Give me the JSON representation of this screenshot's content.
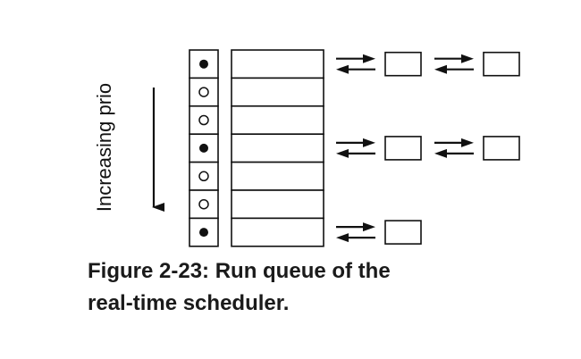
{
  "diagram": {
    "axis_label": "Increasing prio",
    "colors": {
      "stroke": "#111111",
      "filled_dot": "#111111",
      "empty_dot_fill": "#ffffff"
    },
    "rows": [
      {
        "bit_set": true,
        "queued_tasks": 2
      },
      {
        "bit_set": false,
        "queued_tasks": 0
      },
      {
        "bit_set": false,
        "queued_tasks": 0
      },
      {
        "bit_set": true,
        "queued_tasks": 2
      },
      {
        "bit_set": false,
        "queued_tasks": 0
      },
      {
        "bit_set": false,
        "queued_tasks": 0
      },
      {
        "bit_set": true,
        "queued_tasks": 1
      }
    ]
  },
  "caption": {
    "line1": "Figure 2-23: Run queue of the",
    "line2": "real-time scheduler."
  }
}
